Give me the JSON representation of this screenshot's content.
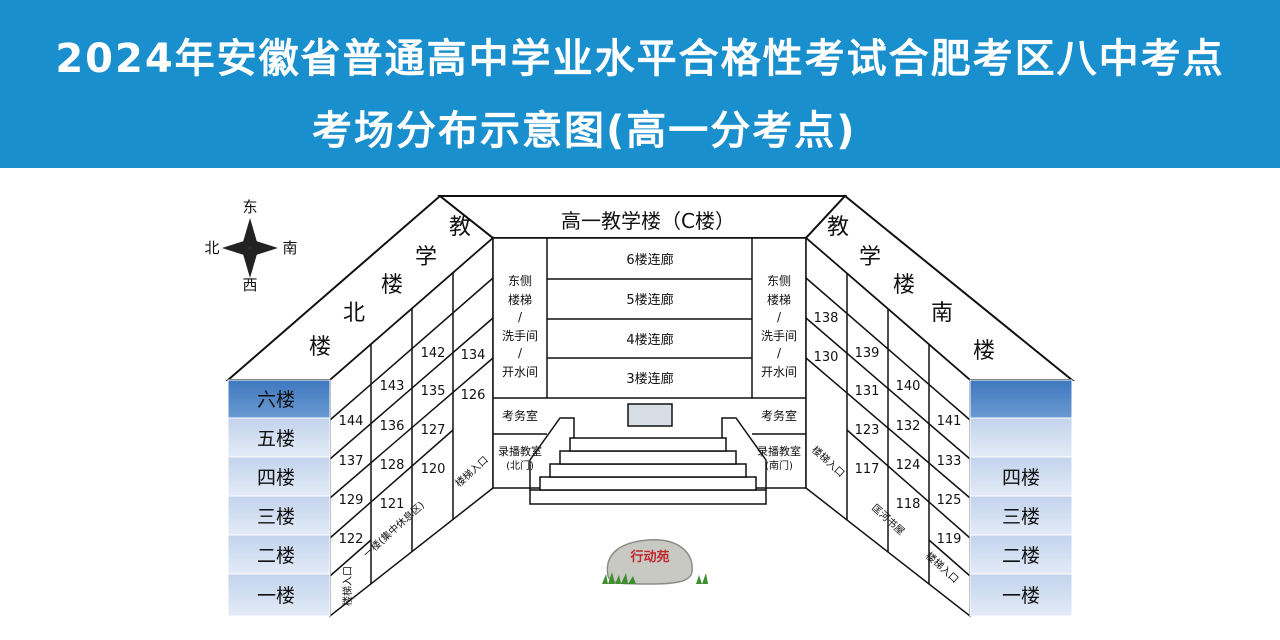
{
  "title_line1": "2024年安徽省普通高中学业水平合格性考试合肥考区八中考点",
  "title_line2": "考场分布示意图(高一分考点)",
  "compass": {
    "north": "北",
    "south": "南",
    "east": "东",
    "west": "西"
  },
  "building_c": "高一教学楼（C楼）",
  "north_building_label": [
    "教",
    "学",
    "楼",
    "北",
    "楼"
  ],
  "south_building_label": [
    "教",
    "学",
    "楼",
    "南",
    "楼"
  ],
  "corridors": [
    "6楼连廊",
    "5楼连廊",
    "4楼连廊",
    "3楼连廊"
  ],
  "east_stair_left": [
    "东侧",
    "楼梯",
    "/",
    "洗手间",
    "/",
    "开水间"
  ],
  "east_stair_right": [
    "东侧",
    "楼梯",
    "/",
    "洗手间",
    "/",
    "开水间"
  ],
  "exam_office_left": "考务室",
  "exam_office_right": "考务室",
  "recording_left": [
    "录播教室",
    "(北门)"
  ],
  "recording_right": [
    "录播教室",
    "(南门)"
  ],
  "north_floors": [
    "六楼",
    "五楼",
    "四楼",
    "三楼",
    "二楼",
    "一楼"
  ],
  "south_floors": [
    "",
    "",
    "四楼",
    "三楼",
    "二楼",
    "一楼"
  ],
  "north_col1": [
    "144",
    "137",
    "129",
    "122",
    "楼梯入口"
  ],
  "north_col2": [
    "143",
    "136",
    "128",
    "121",
    "一楼(集中休息区)"
  ],
  "north_col3": [
    "142",
    "135",
    "127",
    "120"
  ],
  "north_col4": [
    "134",
    "126",
    "楼梯入口"
  ],
  "south_col1": [
    "141",
    "133",
    "125",
    "119",
    "楼梯入口"
  ],
  "south_col2": [
    "140",
    "132",
    "124",
    "118",
    "匡河书屋"
  ],
  "south_col3": [
    "139",
    "131",
    "123",
    "117"
  ],
  "south_col4": [
    "138",
    "130",
    "楼梯入口"
  ],
  "rock_text": "行动苑",
  "colors": {
    "banner": "#1a8fcd",
    "floor_dark": "#4f86c6",
    "floor_light": "#c9d8ef",
    "floor_mid": "#dce6f4"
  }
}
